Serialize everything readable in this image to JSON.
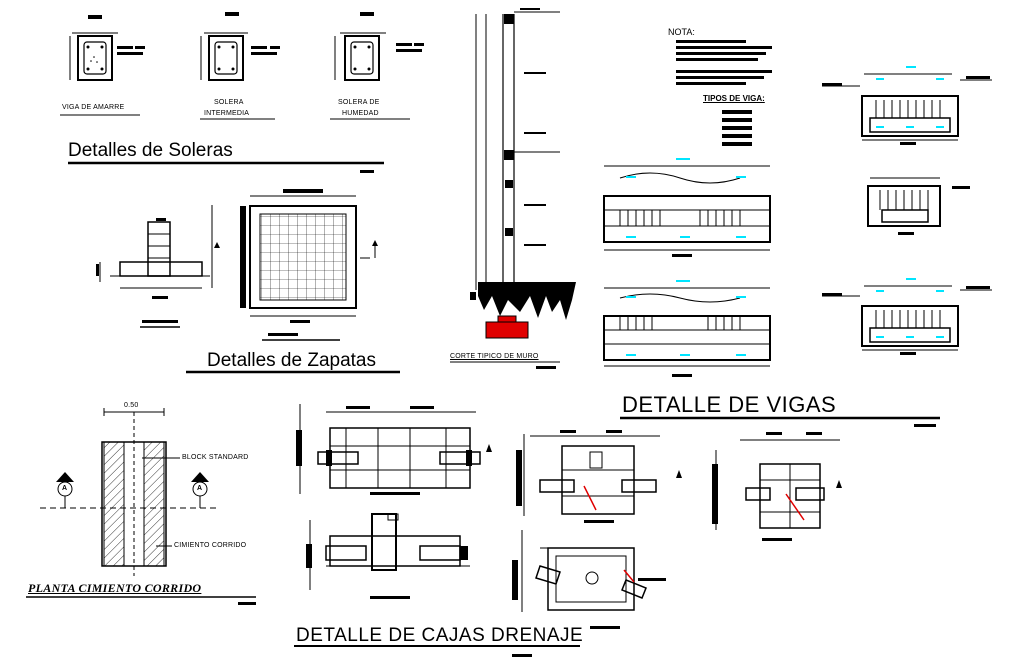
{
  "soleras": {
    "viga_amarre": "VIGA DE AMARRE",
    "solera_intermedia_1": "SOLERA",
    "solera_intermedia_2": "INTERMEDIA",
    "solera_humedad_1": "SOLERA DE",
    "solera_humedad_2": "HUMEDAD",
    "title": "Detalles de  Soleras"
  },
  "zapatas": {
    "title": "Detalles de  Zapatas"
  },
  "muro": {
    "caption": "CORTE TIPICO DE MURO"
  },
  "notas": {
    "nota": "NOTA:",
    "tipos_de_viga": "TIPOS DE VIGA:"
  },
  "vigas": {
    "title": "DETALLE DE VIGAS"
  },
  "cimiento": {
    "width_dim": "0.50",
    "block_standard": "BLOCK STANDARD",
    "cimiento_corrido": "CIMIENTO CORRIDO",
    "section_mark_left": "A",
    "section_mark_right": "A",
    "title": "PLANTA CIMIENTO CORRIDO"
  },
  "cajas": {
    "title": "DETALLE DE CAJAS DRENAJE"
  },
  "colors": {
    "line": "#000000",
    "accent_cyan": "#00e5ff",
    "accent_red": "#e00000",
    "soil": "#000000"
  }
}
